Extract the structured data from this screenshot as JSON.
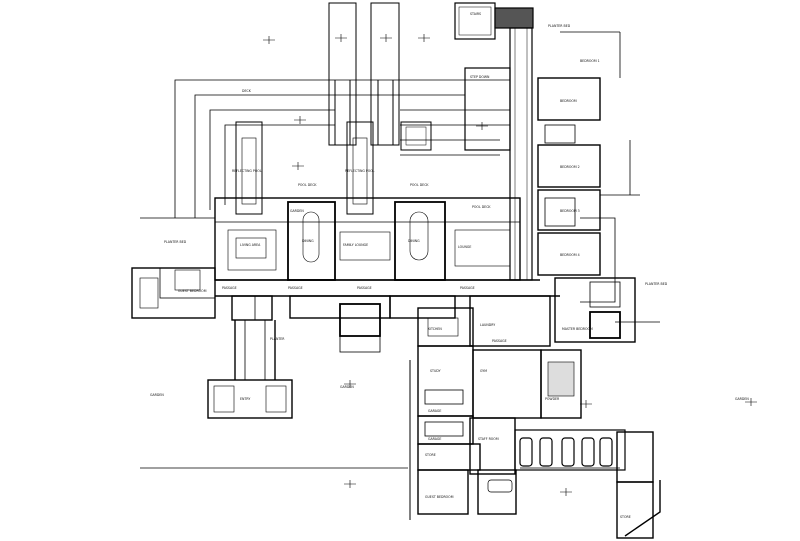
{
  "labels": {
    "room_1": "GUEST BEDROOM",
    "room_2": "LIVING AREA",
    "room_3": "DINING",
    "room_4": "FAMILY LOUNGE",
    "room_5": "DINING",
    "room_6": "LOUNGE",
    "room_7": "BEDROOM",
    "room_8": "BEDROOM 2",
    "room_9": "BEDROOM 3",
    "room_10": "BEDROOM 4",
    "room_11": "MASTER BEDROOM",
    "room_12": "KITCHEN",
    "room_13": "LAUNDRY",
    "room_14": "GARAGE",
    "room_15": "GARAGE",
    "room_16": "STAFF ROOM",
    "room_17": "STORE",
    "room_18": "GUEST BEDROOM",
    "room_19": "PASSAGE",
    "room_20": "PASSAGE",
    "room_21": "PASSAGE",
    "room_22": "PASSAGE",
    "room_23": "PASSAGE",
    "room_24": "PLANTER",
    "room_25": "ENTRY",
    "room_26": "REFLECTING POOL",
    "room_27": "REFLECTING POOL",
    "room_28": "POOL DECK",
    "room_29": "POOL DECK",
    "room_30": "POOL DECK",
    "room_31": "DECK",
    "room_32": "STEP DOWN",
    "room_33": "GARDEN",
    "room_34": "PLANTER BED",
    "room_35": "PLANTER BED",
    "room_36": "PLANTER BED",
    "room_37": "BEDROOM 1",
    "room_38": "STAIRS",
    "room_39": "GARDEN",
    "room_40": "GARDEN",
    "room_41": "GARDEN",
    "room_42": "STUDY",
    "room_43": "GYM",
    "room_44": "POWDER",
    "room_45": "STORE"
  }
}
